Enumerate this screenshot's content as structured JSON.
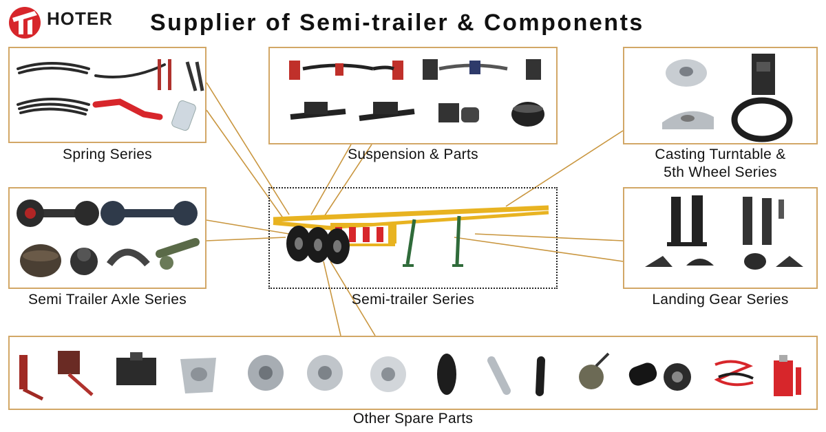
{
  "header": {
    "brand": "HOTER",
    "title": "Supplier of Semi-trailer & Components"
  },
  "categories": {
    "spring": "Spring Series",
    "suspension": "Suspension & Parts",
    "turntable_line1": "Casting Turntable &",
    "turntable_line2": "5th Wheel Series",
    "axle": "Semi Trailer Axle Series",
    "trailer": "Semi-trailer Series",
    "landing": "Landing Gear Series",
    "other": "Other Spare Parts"
  },
  "colors": {
    "brand_red": "#d7262b",
    "connector": "#c9963f",
    "box_border": "#d2a766",
    "trailer_yellow": "#e8b321"
  }
}
